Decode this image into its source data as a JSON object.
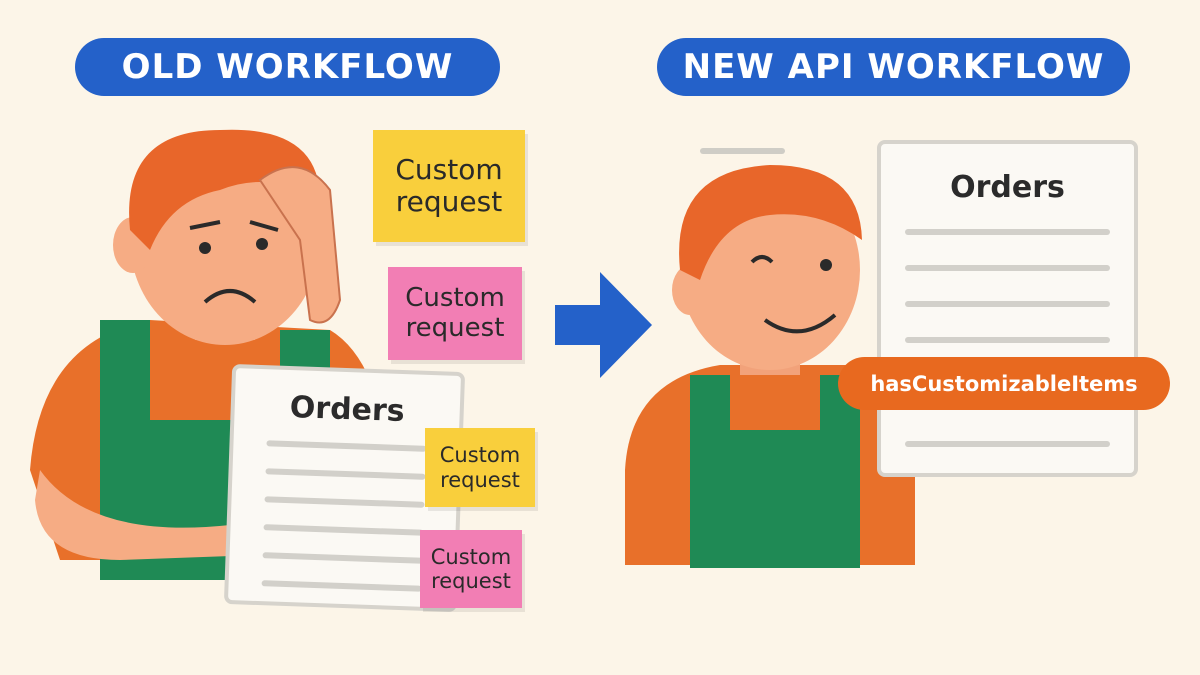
{
  "left": {
    "heading": "OLD WORKFLOW",
    "notes": [
      "Custom\nrequest",
      "Custom\nrequest",
      "Custom\nrequest",
      "Custom\nrequest"
    ],
    "document_title": "Orders"
  },
  "right": {
    "heading": "NEW API WORKFLOW",
    "document_title": "Orders",
    "field_tag": "hasCustomizableItems"
  },
  "colors": {
    "background": "#fcf5e8",
    "accent_blue": "#2461c9",
    "tag_orange": "#e8691f",
    "yellow_note": "#f9cf3c",
    "pink_note": "#f27eb4",
    "apron_green": "#1f8a55"
  }
}
